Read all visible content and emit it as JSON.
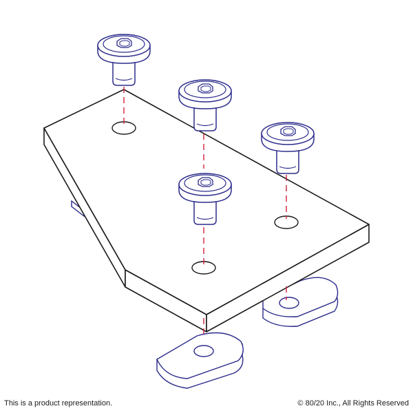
{
  "footer": {
    "disclaimer": "This is a product representation.",
    "copyright": "© 80/20 Inc., All Rights Reserved"
  },
  "colors": {
    "outline": "#1a1a1a",
    "hardware_stroke": "#2b2b8c",
    "hardware_fill": "#ffffff",
    "alignment_line": "#d21f3c",
    "background": "#ffffff"
  },
  "components": {
    "plate": "plate-icon",
    "button_head_screw": "screw-icon",
    "t_nut": "t-nut-icon",
    "screw_count": 4,
    "t_nut_count": 2
  }
}
